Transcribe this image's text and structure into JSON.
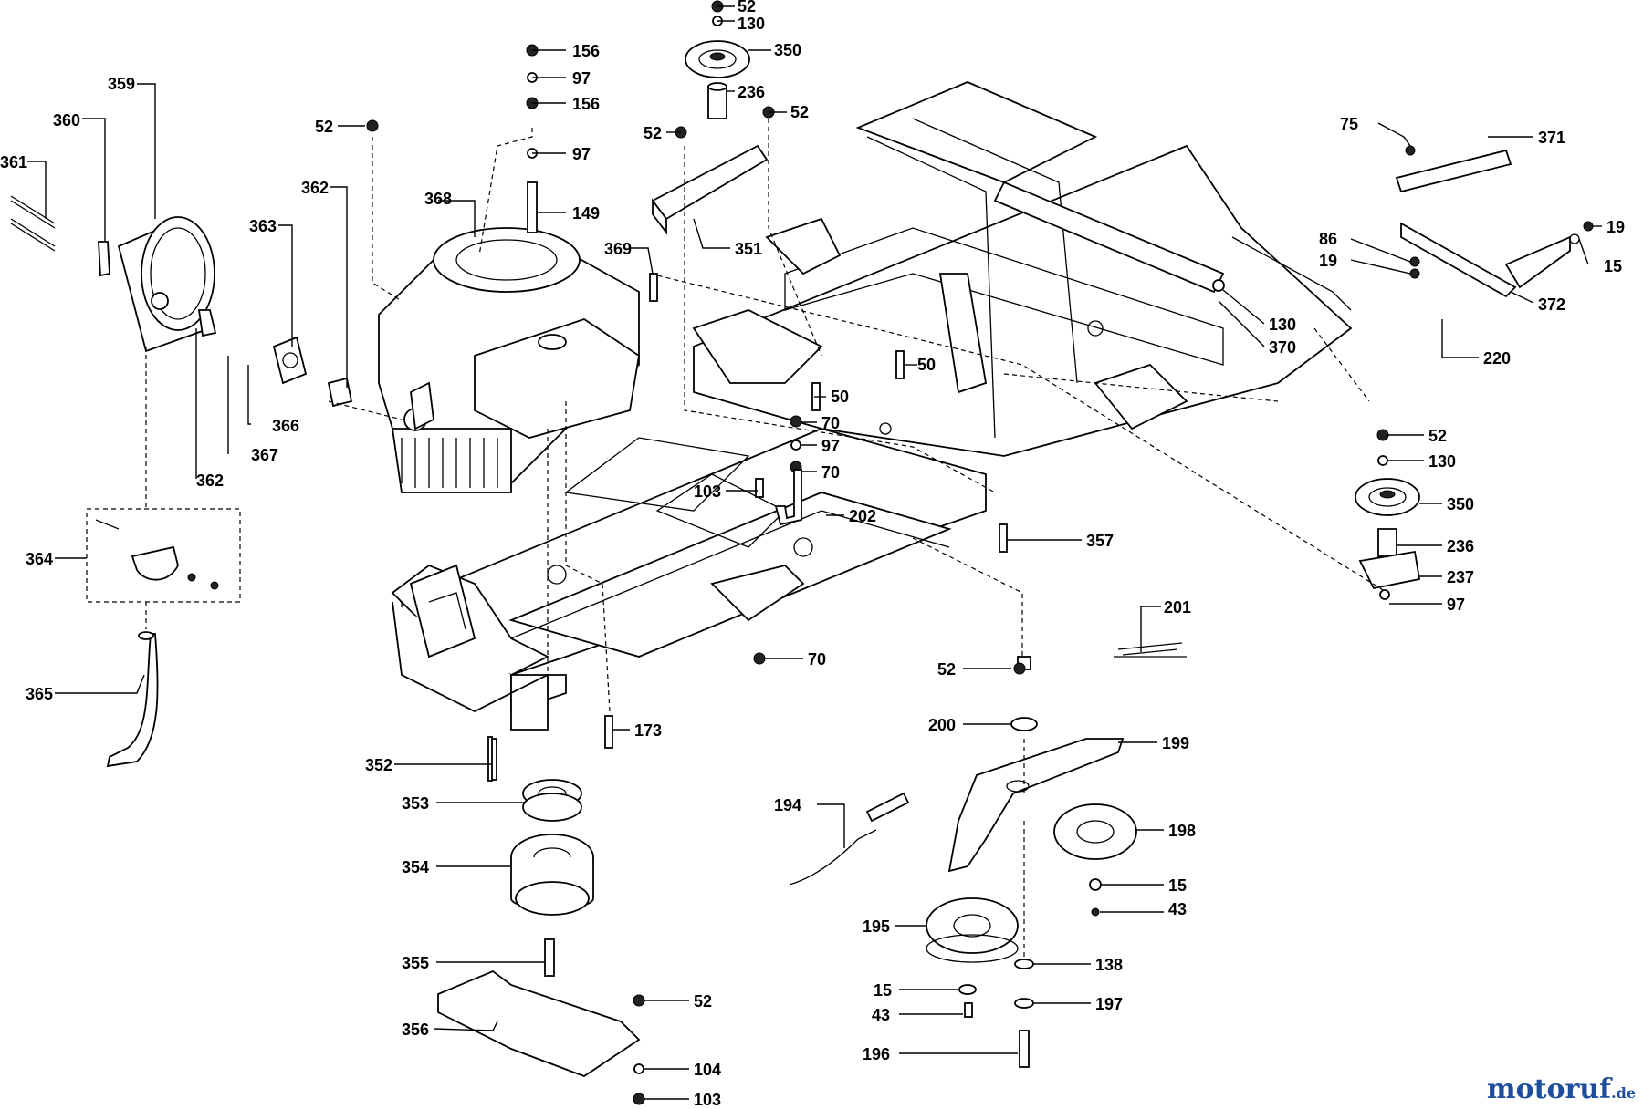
{
  "callouts": [
    {
      "id": "c1",
      "text": "52"
    },
    {
      "id": "c2",
      "text": "130"
    },
    {
      "id": "c3",
      "text": "350"
    },
    {
      "id": "c4",
      "text": "236"
    },
    {
      "id": "c5",
      "text": "52"
    },
    {
      "id": "c6",
      "text": "52"
    },
    {
      "id": "c7",
      "text": "351"
    },
    {
      "id": "c8",
      "text": "156"
    },
    {
      "id": "c9",
      "text": "97"
    },
    {
      "id": "c10",
      "text": "156"
    },
    {
      "id": "c11",
      "text": "97"
    },
    {
      "id": "c12",
      "text": "149"
    },
    {
      "id": "c13",
      "text": "52"
    },
    {
      "id": "c14",
      "text": "359"
    },
    {
      "id": "c15",
      "text": "360"
    },
    {
      "id": "c16",
      "text": "361"
    },
    {
      "id": "c17",
      "text": "362"
    },
    {
      "id": "c18",
      "text": "363"
    },
    {
      "id": "c19",
      "text": "368"
    },
    {
      "id": "c20",
      "text": "366"
    },
    {
      "id": "c21",
      "text": "367"
    },
    {
      "id": "c22",
      "text": "362"
    },
    {
      "id": "c23",
      "text": "364"
    },
    {
      "id": "c24",
      "text": "365"
    },
    {
      "id": "c25",
      "text": "369"
    },
    {
      "id": "c26",
      "text": "50"
    },
    {
      "id": "c27",
      "text": "50"
    },
    {
      "id": "c28",
      "text": "70"
    },
    {
      "id": "c29",
      "text": "97"
    },
    {
      "id": "c30",
      "text": "70"
    },
    {
      "id": "c31",
      "text": "103"
    },
    {
      "id": "c32",
      "text": "202"
    },
    {
      "id": "c33",
      "text": "357"
    },
    {
      "id": "c34",
      "text": "70"
    },
    {
      "id": "c35",
      "text": "173"
    },
    {
      "id": "c36",
      "text": "75"
    },
    {
      "id": "c37",
      "text": "371"
    },
    {
      "id": "c38",
      "text": "86"
    },
    {
      "id": "c39",
      "text": "19"
    },
    {
      "id": "c40",
      "text": "19"
    },
    {
      "id": "c41",
      "text": "15"
    },
    {
      "id": "c42",
      "text": "372"
    },
    {
      "id": "c43",
      "text": "220"
    },
    {
      "id": "c44",
      "text": "130"
    },
    {
      "id": "c45",
      "text": "370"
    },
    {
      "id": "c46",
      "text": "52"
    },
    {
      "id": "c47",
      "text": "130"
    },
    {
      "id": "c48",
      "text": "350"
    },
    {
      "id": "c49",
      "text": "236"
    },
    {
      "id": "c50",
      "text": "237"
    },
    {
      "id": "c51",
      "text": "97"
    },
    {
      "id": "c52",
      "text": "201"
    },
    {
      "id": "c53",
      "text": "52"
    },
    {
      "id": "c54",
      "text": "200"
    },
    {
      "id": "c55",
      "text": "199"
    },
    {
      "id": "c56",
      "text": "194"
    },
    {
      "id": "c57",
      "text": "198"
    },
    {
      "id": "c58",
      "text": "15"
    },
    {
      "id": "c59",
      "text": "43"
    },
    {
      "id": "c60",
      "text": "195"
    },
    {
      "id": "c61",
      "text": "138"
    },
    {
      "id": "c62",
      "text": "15"
    },
    {
      "id": "c63",
      "text": "43"
    },
    {
      "id": "c64",
      "text": "197"
    },
    {
      "id": "c65",
      "text": "196"
    },
    {
      "id": "c66",
      "text": "352"
    },
    {
      "id": "c67",
      "text": "353"
    },
    {
      "id": "c68",
      "text": "354"
    },
    {
      "id": "c69",
      "text": "355"
    },
    {
      "id": "c70",
      "text": "356"
    },
    {
      "id": "c71",
      "text": "52"
    },
    {
      "id": "c72",
      "text": "104"
    },
    {
      "id": "c73",
      "text": "103"
    }
  ],
  "watermark": {
    "brand": "motoruf",
    "tld": ".de"
  }
}
